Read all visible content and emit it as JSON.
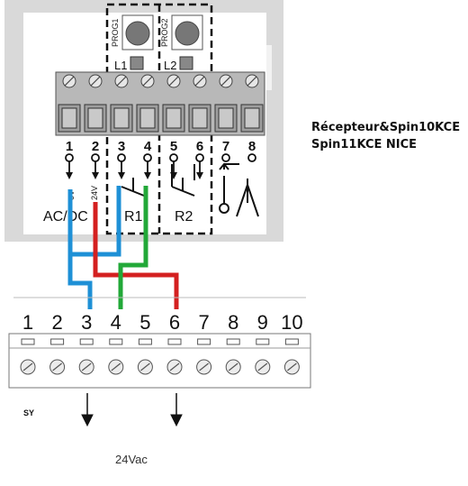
{
  "receiver": {
    "prog_buttons": [
      "PROG1",
      "PROG2"
    ],
    "leds": [
      "L1",
      "L2"
    ],
    "terminal_numbers": [
      "1",
      "2",
      "3",
      "4",
      "5",
      "6",
      "7",
      "8"
    ],
    "wire_labels": [
      "0V",
      "24V"
    ],
    "group_labels": [
      "AC/DC",
      "R1",
      "R2"
    ]
  },
  "side_note": {
    "line1": "Récepteur&Spin10KCE",
    "line2": "Spin11KCE NICE"
  },
  "control_board": {
    "terminal_numbers": [
      "1",
      "2",
      "3",
      "4",
      "5",
      "6",
      "7",
      "8",
      "9",
      "10"
    ],
    "sy_label": "SY",
    "supply_label": "24Vac"
  },
  "wires": [
    {
      "name": "blue-wire",
      "color": "#1e90d6"
    },
    {
      "name": "red-wire",
      "color": "#d42020"
    },
    {
      "name": "green-wire",
      "color": "#22a838"
    }
  ]
}
